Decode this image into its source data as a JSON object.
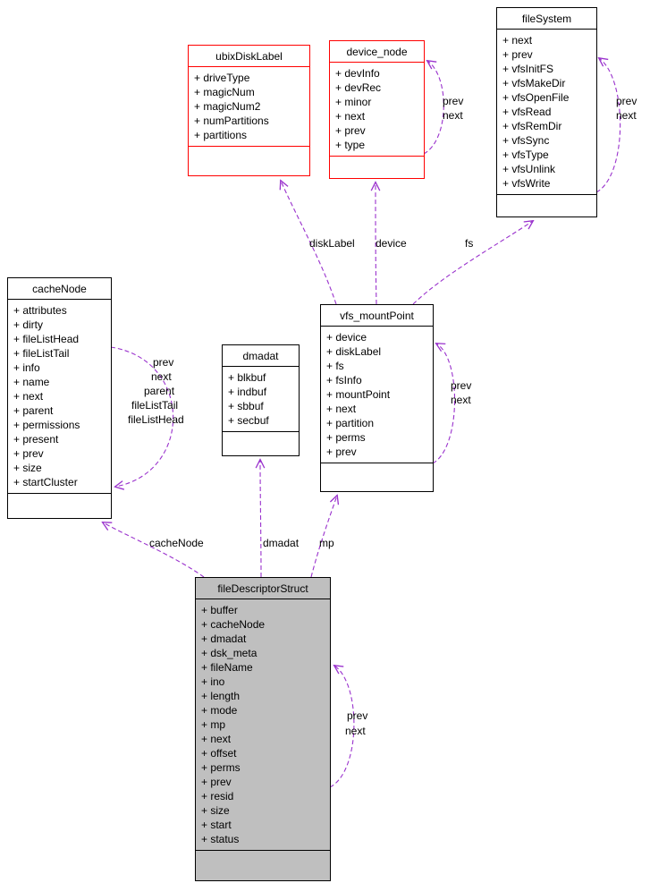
{
  "diagram_type": "uml-collaboration",
  "colors": {
    "edge": "#9a32cd",
    "highlight_border": "#ff0000",
    "node_border": "#000000",
    "focus_fill": "#bfbfbf",
    "background": "#ffffff"
  },
  "classes": {
    "ubixDiskLabel": {
      "title": "ubixDiskLabel",
      "fields": [
        "+ driveType",
        "+ magicNum",
        "+ magicNum2",
        "+ numPartitions",
        "+ partitions"
      ]
    },
    "device_node": {
      "title": "device_node",
      "fields": [
        "+ devInfo",
        "+ devRec",
        "+ minor",
        "+ next",
        "+ prev",
        "+ type"
      ]
    },
    "fileSystem": {
      "title": "fileSystem",
      "fields": [
        "+ next",
        "+ prev",
        "+ vfsInitFS",
        "+ vfsMakeDir",
        "+ vfsOpenFile",
        "+ vfsRead",
        "+ vfsRemDir",
        "+ vfsSync",
        "+ vfsType",
        "+ vfsUnlink",
        "+ vfsWrite"
      ]
    },
    "cacheNode": {
      "title": "cacheNode",
      "fields": [
        "+ attributes",
        "+ dirty",
        "+ fileListHead",
        "+ fileListTail",
        "+ info",
        "+ name",
        "+ next",
        "+ parent",
        "+ permissions",
        "+ present",
        "+ prev",
        "+ size",
        "+ startCluster"
      ]
    },
    "dmadat": {
      "title": "dmadat",
      "fields": [
        "+ blkbuf",
        "+ indbuf",
        "+ sbbuf",
        "+ secbuf"
      ]
    },
    "vfs_mountPoint": {
      "title": "vfs_mountPoint",
      "fields": [
        "+ device",
        "+ diskLabel",
        "+ fs",
        "+ fsInfo",
        "+ mountPoint",
        "+ next",
        "+ partition",
        "+ perms",
        "+ prev"
      ]
    },
    "fileDescriptorStruct": {
      "title": "fileDescriptorStruct",
      "fields": [
        "+ buffer",
        "+ cacheNode",
        "+ dmadat",
        "+ dsk_meta",
        "+ fileName",
        "+ ino",
        "+ length",
        "+ mode",
        "+ mp",
        "+ next",
        "+ offset",
        "+ perms",
        "+ prev",
        "+ resid",
        "+ size",
        "+ start",
        "+ status"
      ]
    }
  },
  "edge_labels": {
    "disk_label": "diskLabel",
    "device": "device",
    "fs": "fs",
    "dn_prev": "prev",
    "dn_next": "next",
    "fsys_prev": "prev",
    "fsys_next": "next",
    "cn_prev": "prev",
    "cn_next": "next",
    "cn_parent": "parent",
    "cn_tail": "fileListTail",
    "cn_head": "fileListHead",
    "vfs_prev": "prev",
    "vfs_next": "next",
    "cache_node": "cacheNode",
    "dmadat": "dmadat",
    "mp": "mp",
    "fd_prev": "prev",
    "fd_next": "next"
  }
}
